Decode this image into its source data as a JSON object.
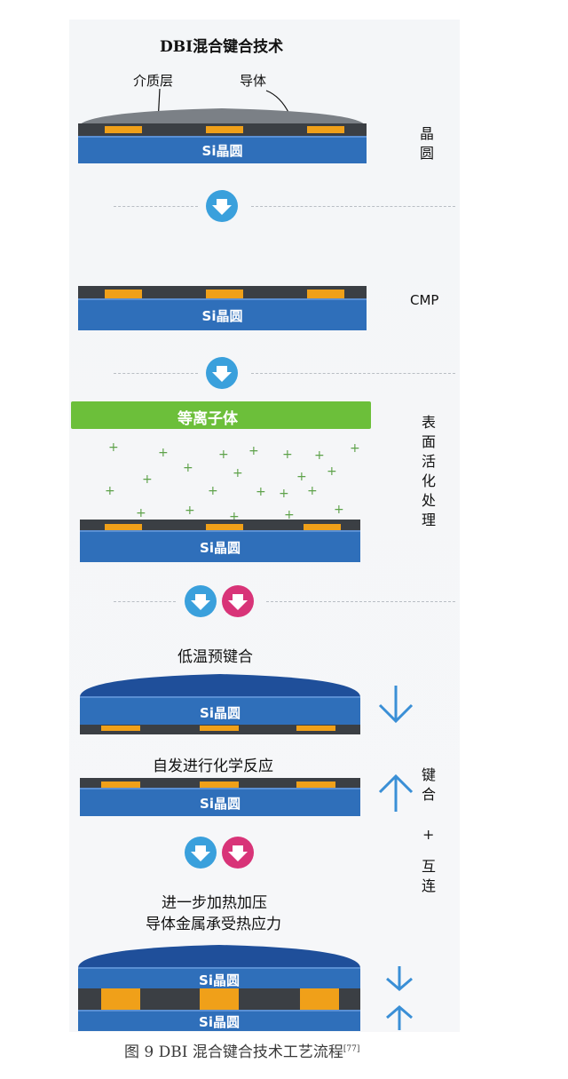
{
  "title": "DBI混合键合技术",
  "label_dielectric": "介质层",
  "label_conductor": "导体",
  "wafer_label": "Si晶圆",
  "side_steps": [
    "晶圆",
    "CMP",
    "表面活化处理"
  ],
  "plasma_label": "等离子体",
  "step_low_temp": "低温预键合",
  "step_chemical": "自发进行化学反应",
  "step_heat_line1": "进一步加热加压",
  "step_heat_line2": "导体金属承受热应力",
  "side_bond": "键合",
  "side_plus": "+",
  "side_interconnect": "互连",
  "caption": "图 9  DBI 混合键合技术工艺流程",
  "caption_ref": "[77]",
  "colors": {
    "wafer": "#2f6fba",
    "dielectric": "#3b3f44",
    "metal": "#f0a019",
    "plasma": "#6cbf3a",
    "arrow_blue": "#3aa0dc",
    "arrow_pink": "#d83478"
  }
}
